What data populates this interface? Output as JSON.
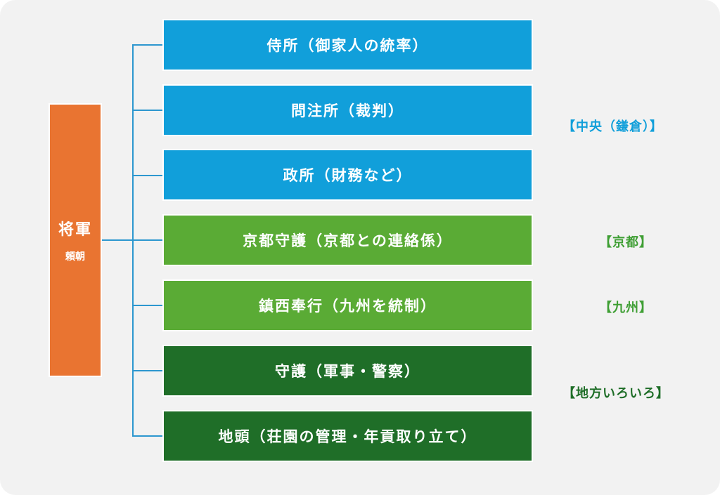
{
  "shogun": {
    "title": "将軍",
    "name": "頼朝"
  },
  "offices": [
    {
      "label": "侍所（御家人の統率）",
      "group": "central"
    },
    {
      "label": "問注所（裁判）",
      "group": "central"
    },
    {
      "label": "政所（財務など）",
      "group": "central"
    },
    {
      "label": "京都守護（京都との連絡係）",
      "group": "kyoto"
    },
    {
      "label": "鎮西奉行（九州を統制）",
      "group": "kyushu"
    },
    {
      "label": "守護（軍事・警察）",
      "group": "local"
    },
    {
      "label": "地頭（荘園の管理・年貢取り立て）",
      "group": "local"
    }
  ],
  "regions": {
    "central": "【中央（鎌倉）】",
    "kyoto": "【京都】",
    "kyushu": "【九州】",
    "local": "【地方いろいろ】"
  },
  "colors": {
    "shogun": "#e97431",
    "central": "#119fda",
    "kyoto": "#5aab35",
    "kyushu": "#5aab35",
    "local": "#1f6e28",
    "connector": "#2d97cf",
    "background": "#f2f2f2"
  }
}
